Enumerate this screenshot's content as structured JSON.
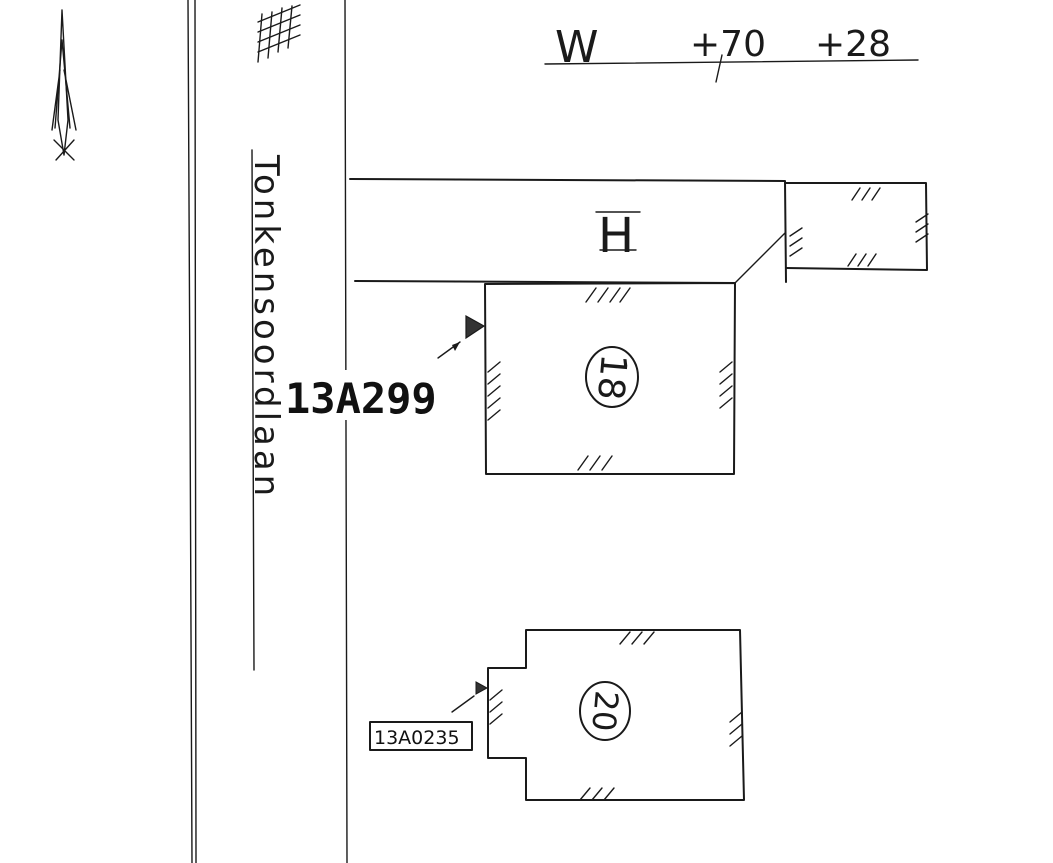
{
  "sketch": {
    "street_name": "Tonkensoordlaan",
    "reference_line": {
      "prefix": "W",
      "value_a": "+70",
      "value_b": "+28"
    },
    "annex_symbol": "H",
    "house_numbers": {
      "upper": "18",
      "lower": "20"
    },
    "meter_labels": {
      "primary": "13A299",
      "secondary": "13A0235"
    }
  },
  "colors": {
    "ink": "#1a1a1a",
    "paper": "#ffffff"
  },
  "icons": {
    "north_arrow": "north-arrow-icon",
    "hatching": "hatch-mark-icon",
    "connection_marker": "connection-triangle-icon"
  }
}
